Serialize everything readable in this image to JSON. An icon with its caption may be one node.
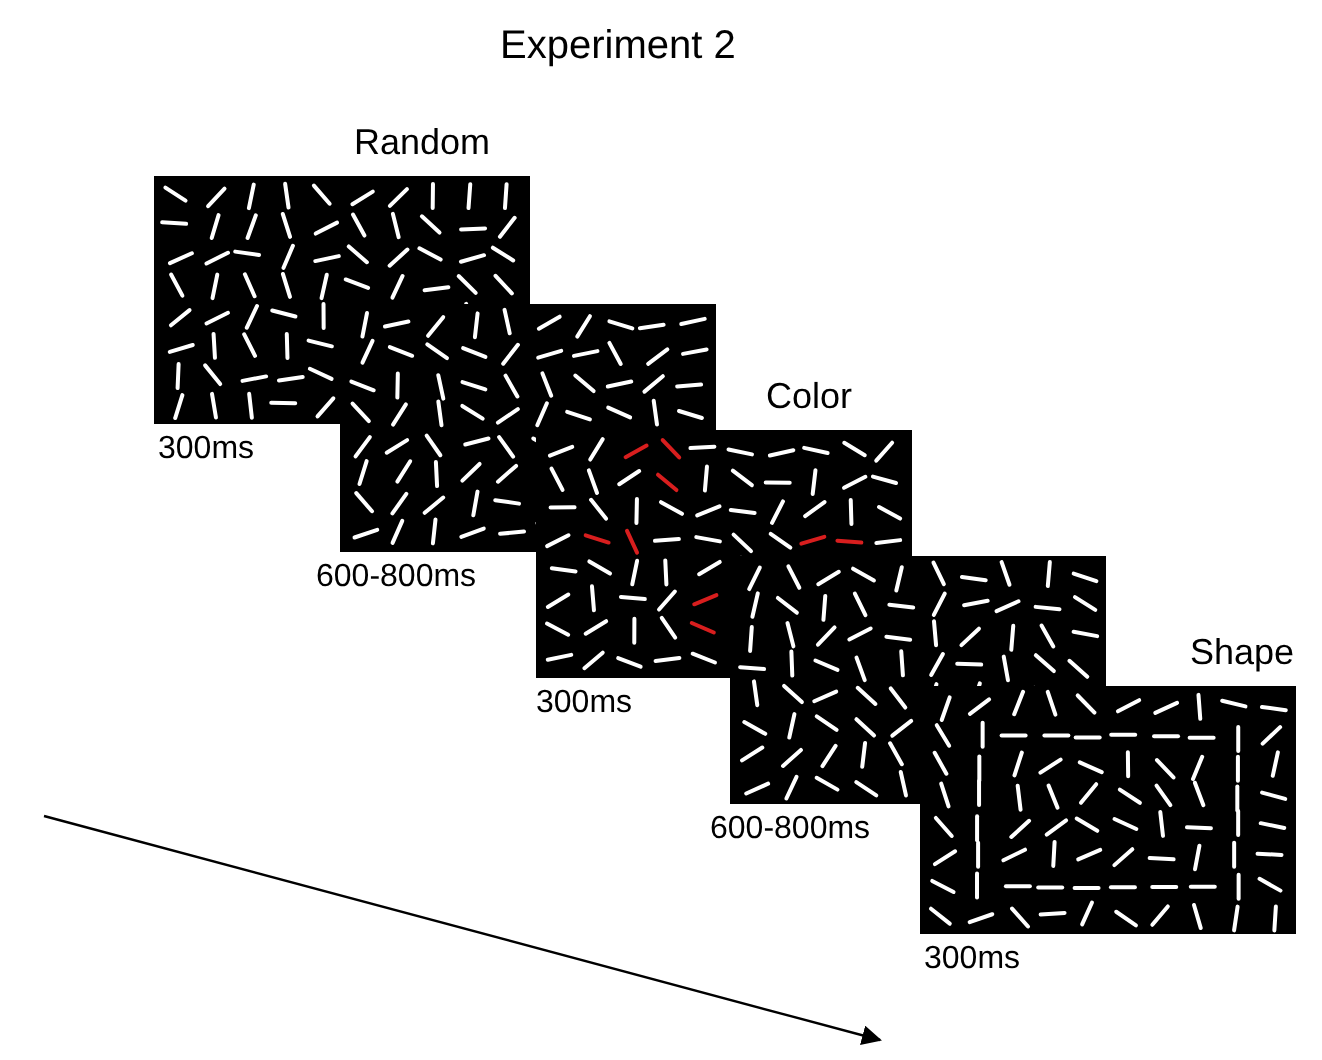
{
  "diagram": {
    "title": "Experiment 2",
    "nodes": [
      {
        "text": [
          "Random"
        ],
        "beside": [
          "300ms"
        ]
      },
      {
        "text": [],
        "shape": "picture",
        "beside": [
          "600-800ms"
        ]
      },
      {
        "text": [
          "Color"
        ],
        "beside": [
          "300ms"
        ]
      },
      {
        "text": [],
        "shape": "picture",
        "beside": [
          "600-800ms"
        ]
      },
      {
        "text": [
          "Shape"
        ],
        "beside": [
          "300ms"
        ]
      }
    ],
    "edges": []
  }
}
